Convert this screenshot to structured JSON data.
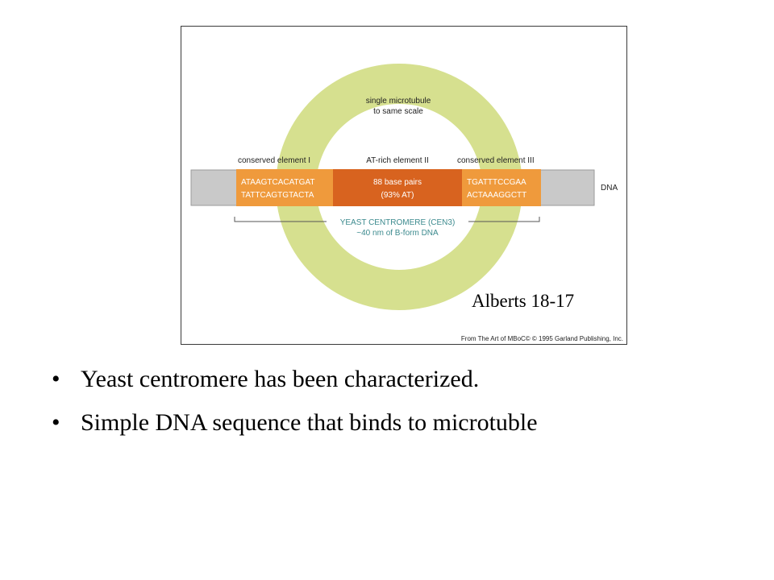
{
  "diagram": {
    "ring_label_line1": "single microtubule",
    "ring_label_line2": "to same scale",
    "elements": [
      {
        "label": "conserved element I",
        "seq1": "ATAAGTCACATGAT",
        "seq2": "TATTCAGTGTACTA"
      },
      {
        "label": "AT-rich element II",
        "seq1": "88 base pairs",
        "seq2": "(93% AT)"
      },
      {
        "label": "conserved element III",
        "seq1": "TGATTTCCGAA",
        "seq2": "ACTAAAGGCTT"
      }
    ],
    "dna_label": "DNA",
    "bracket_line1": "YEAST CENTROMERE (CEN3)",
    "bracket_line2": "~40 nm of B-form DNA",
    "citation": "Alberts 18-17",
    "credit": "From The Art of MBoC© © 1995 Garland Publishing, Inc.",
    "colors": {
      "ring": "#d6e08f",
      "flank": "#c9c9c9",
      "orange_light": "#ef9a3c",
      "orange_dark": "#d8631f",
      "bracket_text": "#3c8a8e"
    }
  },
  "bullets": [
    "Yeast centromere has been characterized.",
    "Simple DNA sequence that binds to microtuble"
  ],
  "bullet_symbol": "•"
}
